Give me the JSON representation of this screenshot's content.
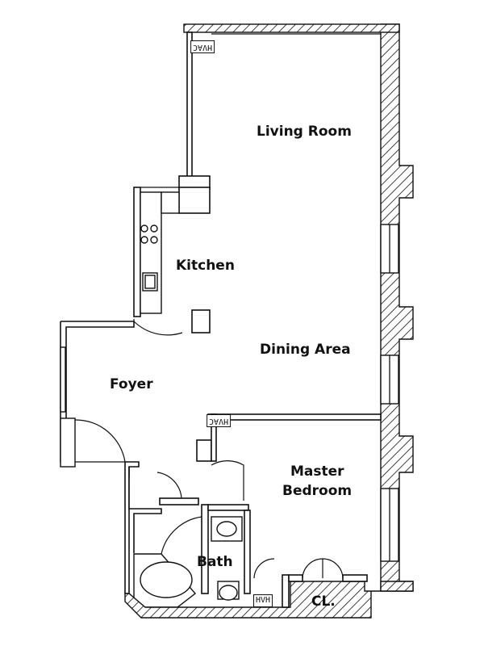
{
  "rooms": {
    "living_room": "Living Room",
    "kitchen": "Kitchen",
    "dining_area": "Dining Area",
    "foyer": "Foyer",
    "master_bedroom_line1": "Master",
    "master_bedroom_line2": "Bedroom",
    "bath": "Bath",
    "closet": "CL."
  },
  "tags": {
    "hvac_top": "HVAC",
    "hvac_mid": "HVAC",
    "hvac_bottom": "HVH"
  },
  "colors": {
    "line": "#111111",
    "background": "#ffffff"
  }
}
